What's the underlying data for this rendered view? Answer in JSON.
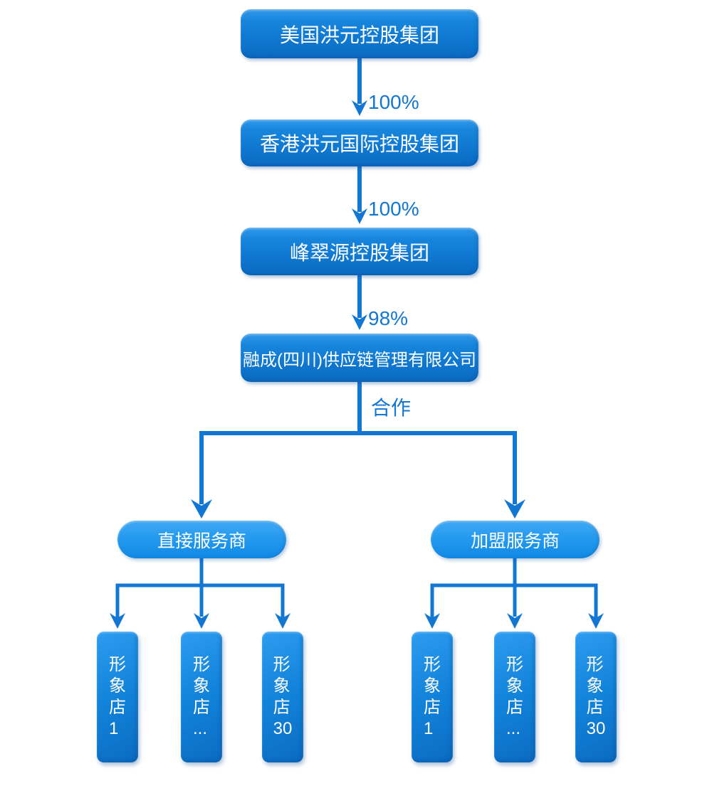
{
  "palette": {
    "node_gradient_top": "#3399e9",
    "node_gradient_bottom": "#0b6ac0",
    "pill_gradient_top": "#41a9f4",
    "pill_gradient_bottom": "#1089e4",
    "leaf_gradient_top": "#2d9cf0",
    "leaf_gradient_bottom": "#0b6cc2",
    "connector_line": "#1277d2",
    "edge_label_text": "#1277d2",
    "node_text": "#ffffff",
    "background": "#ffffff"
  },
  "org_chart": {
    "levels": [
      {
        "id": "us-holding",
        "label": "美国洪元控股集团"
      },
      {
        "id": "hk-holding",
        "label": "香港洪元国际控股集团",
        "ownership": "100%"
      },
      {
        "id": "fengcuiyuan-holding",
        "label": "峰翠源控股集团",
        "ownership": "100%"
      },
      {
        "id": "rongcheng-sichuan",
        "label": "融成(四川)供应链管理有限公司",
        "ownership": "98%"
      }
    ],
    "cooperation_edge_label": "合作",
    "branches": [
      {
        "id": "direct",
        "label": "直接服务商",
        "stores": [
          "形\n象\n店\n1",
          "形\n象\n店\n...",
          "形\n象\n店\n30"
        ]
      },
      {
        "id": "franchise",
        "label": "加盟服务商",
        "stores": [
          "形\n象\n店\n1",
          "形\n象\n店\n...",
          "形\n象\n店\n30"
        ]
      }
    ]
  }
}
